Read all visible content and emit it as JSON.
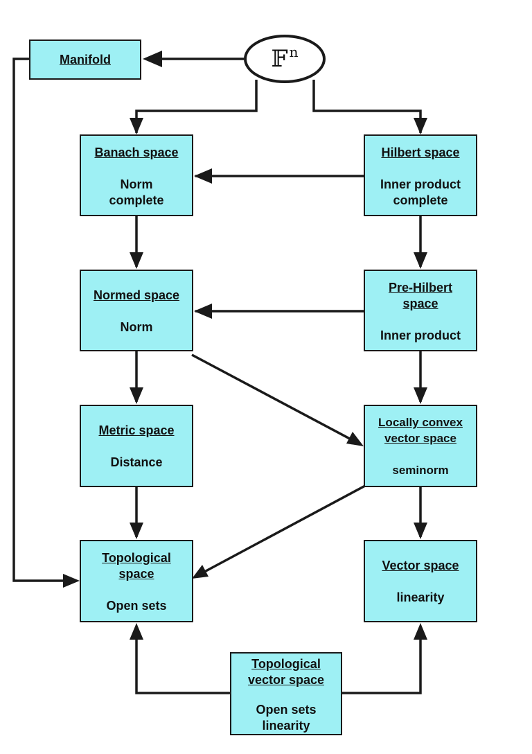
{
  "nodes": {
    "fn": {
      "symbol": "𝔽",
      "superscript": "n"
    },
    "manifold": {
      "title": "Manifold"
    },
    "banach": {
      "title": "Banach space",
      "line1": "Norm",
      "line2": "complete"
    },
    "hilbert": {
      "title": "Hilbert space",
      "line1": "Inner product",
      "line2": "complete"
    },
    "normed": {
      "title": "Normed space",
      "line1": "Norm"
    },
    "prehilbert": {
      "title1": "Pre-Hilbert",
      "title2": "space",
      "line1": "Inner product"
    },
    "metric": {
      "title": "Metric space",
      "line1": "Distance"
    },
    "lcvs": {
      "title1": "Locally convex",
      "title2": "vector space",
      "line1": "seminorm"
    },
    "topo": {
      "title1": "Topological",
      "title2": "space",
      "line1": "Open sets"
    },
    "vector": {
      "title": "Vector space",
      "line1": "linearity"
    },
    "tvs": {
      "title1": "Topological",
      "title2": "vector space",
      "line1": "Open sets",
      "line2": "linearity"
    }
  },
  "edges": [
    {
      "from": "fn",
      "to": "manifold"
    },
    {
      "from": "fn",
      "to": "banach"
    },
    {
      "from": "fn",
      "to": "hilbert"
    },
    {
      "from": "hilbert",
      "to": "banach"
    },
    {
      "from": "banach",
      "to": "normed"
    },
    {
      "from": "hilbert",
      "to": "prehilbert"
    },
    {
      "from": "prehilbert",
      "to": "normed"
    },
    {
      "from": "normed",
      "to": "metric"
    },
    {
      "from": "normed",
      "to": "lcvs"
    },
    {
      "from": "prehilbert",
      "to": "lcvs"
    },
    {
      "from": "metric",
      "to": "topo"
    },
    {
      "from": "lcvs",
      "to": "topo"
    },
    {
      "from": "lcvs",
      "to": "vector"
    },
    {
      "from": "manifold",
      "to": "topo"
    },
    {
      "from": "tvs",
      "to": "topo"
    },
    {
      "from": "tvs",
      "to": "vector"
    }
  ],
  "colors": {
    "node_fill": "#9ef0f4",
    "stroke": "#1a1a1a",
    "background": "#ffffff"
  }
}
